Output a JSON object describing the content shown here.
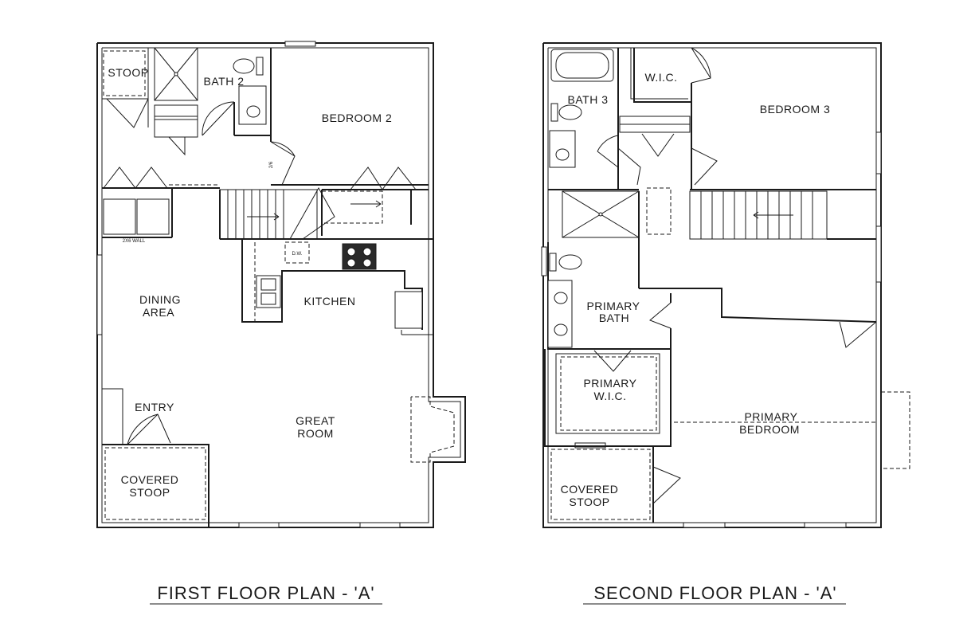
{
  "first_floor": {
    "title": "FIRST FLOOR PLAN - 'A'",
    "rooms": {
      "stoop": "STOOP",
      "bath2": "BATH 2",
      "bedroom2": "BEDROOM 2",
      "dining_1": "DINING",
      "dining_2": "AREA",
      "kitchen": "KITCHEN",
      "entry": "ENTRY",
      "great_1": "GREAT",
      "great_2": "ROOM",
      "covered_1": "COVERED",
      "covered_2": "STOOP"
    },
    "notes": {
      "door_size": "2/6",
      "dishwasher": "D.W.",
      "wall_note": "2X6 WALL"
    }
  },
  "second_floor": {
    "title": "SECOND FLOOR PLAN - 'A'",
    "rooms": {
      "wic": "W.I.C.",
      "bath3": "BATH 3",
      "bedroom3": "BEDROOM 3",
      "primary_bath_1": "PRIMARY",
      "primary_bath_2": "BATH",
      "primary_wic_1": "PRIMARY",
      "primary_wic_2": "W.I.C.",
      "primary_bed_1": "PRIMARY",
      "primary_bed_2": "BEDROOM",
      "covered_1": "COVERED",
      "covered_2": "STOOP"
    }
  }
}
